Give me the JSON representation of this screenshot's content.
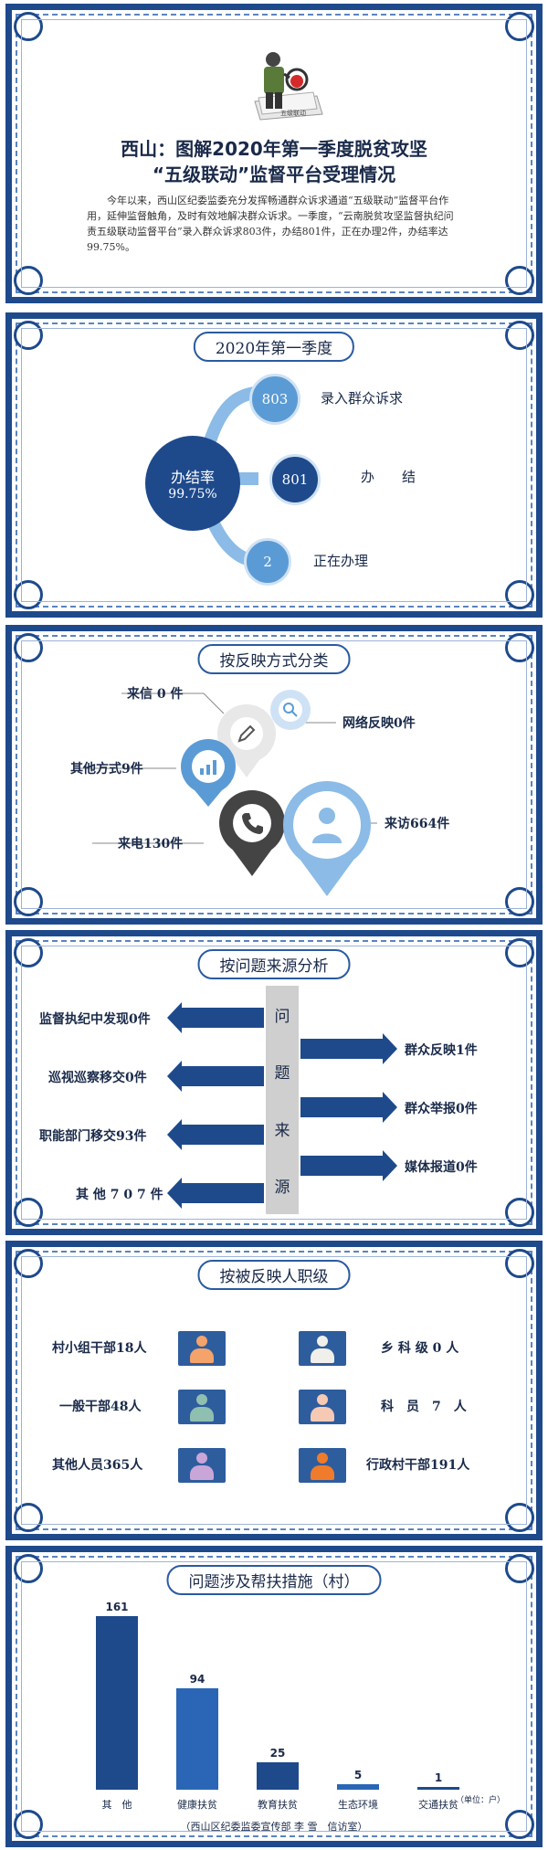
{
  "header": {
    "title_line1": "西山：图解2020年第一季度脱贫攻坚",
    "title_line2": "“五级联动”监督平台受理情况",
    "intro": "今年以来，西山区纪委监委充分发挥畅通群众诉求通道“五级联动”监督平台作用，延伸监督触角，及时有效地解决群众诉求。一季度，“云南脱贫攻坚监督执纪问责五级联动监督平台”录入群众诉求803件，办结801件，正在办理2件，办结率达99.75%。",
    "logo_text": "五级联动"
  },
  "section1": {
    "title": "2020年第一季度",
    "center_label": "办结率",
    "center_value": "99.75%",
    "items": [
      {
        "value": "803",
        "label": "录入群众诉求"
      },
      {
        "value": "801",
        "label": "办　　结"
      },
      {
        "value": "2",
        "label": "正在办理"
      }
    ]
  },
  "section2": {
    "title": "按反映方式分类",
    "items": {
      "letter": "来信 0 件",
      "online": "网络反映0件",
      "other": "其他方式9件",
      "phone": "来电130件",
      "visit": "来访664件"
    }
  },
  "section3": {
    "title": "按问题来源分析",
    "center_chars": [
      "问",
      "题",
      "来",
      "源"
    ],
    "left": [
      "监督执纪中发现0件",
      "巡视巡察移交0件",
      "职能部门移交93件",
      "其 他 7 0 7 件"
    ],
    "right": [
      "群众反映1件",
      "群众举报0件",
      "媒体报道0件"
    ]
  },
  "section4": {
    "title": "按被反映人职级",
    "left": [
      "村小组干部18人",
      "一般干部48人",
      "其他人员365人"
    ],
    "right": [
      "乡 科 级 0 人",
      "科　员　7　人",
      "行政村干部191人"
    ],
    "colors": [
      "#f4a36a",
      "#8fbfb0",
      "#c9a6d8",
      "#f0efe9",
      "#f6c9b5",
      "#f07b2a"
    ]
  },
  "section5": {
    "title": "问题涉及帮扶措施（村）",
    "unit": "（单位：户）",
    "footer": "（西山区纪委监委宣传部 李 雪　信访室）",
    "chart_data": {
      "type": "bar",
      "categories": [
        "其　他",
        "健康扶贫",
        "教育扶贫",
        "生态环境",
        "交通扶贫"
      ],
      "values": [
        161,
        94,
        25,
        5,
        1
      ],
      "ylim": [
        0,
        161
      ]
    }
  }
}
